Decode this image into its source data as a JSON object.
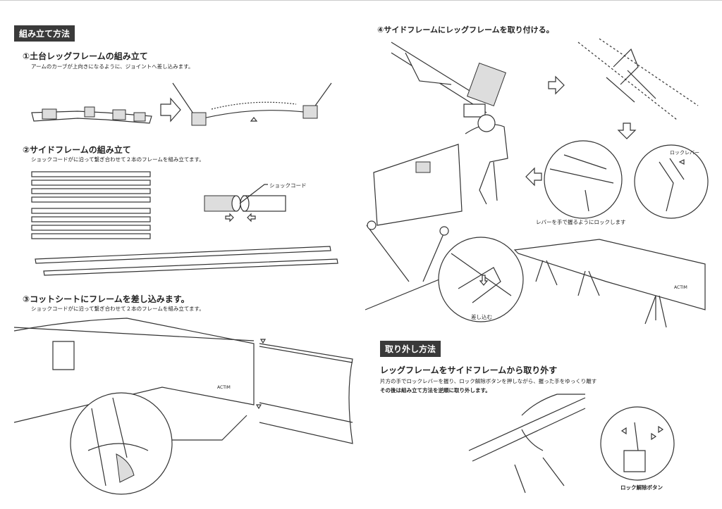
{
  "assembly": {
    "badge": "組み立て方法",
    "step1": {
      "title": "①土台レッグフレームの組み立て",
      "desc": "アームのカーブが上向きになるように、ジョイントへ差し込みます。"
    },
    "step2": {
      "title": "②サイドフレームの組み立て",
      "desc": "ショックコードがに沿って繋ぎ合わせて２本のフレームを組み立てます。",
      "label_shock_cord": "ショックコード"
    },
    "step3": {
      "title": "③コットシートにフレームを差し込みます。",
      "desc": "ショックコードがに沿って繋ぎ合わせて２本のフレームを組み立てます。",
      "brand": "ACTIM"
    },
    "step4": {
      "title": "④サイドフレームにレッグフレームを取り付ける。",
      "label_lock_lever": "ロックレバー",
      "label_lock_instruction": "レバーを手で握るようにロックします",
      "label_insert": "差し込む",
      "brand": "ACTIM"
    }
  },
  "removal": {
    "badge": "取り外し方法",
    "title": "レッグフレームをサイドフレームから取り外す",
    "desc1": "片方の手でロックレバーを握り、ロック解除ボタンを押しながら、握った手をゆっくり離す",
    "desc2": "その後は組み立て方法を逆順に取り外します。",
    "label_release_button": "ロック解除ボタン"
  }
}
